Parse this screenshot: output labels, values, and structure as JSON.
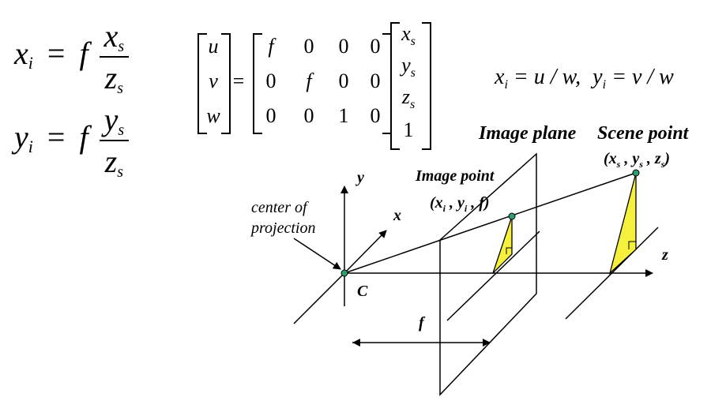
{
  "equations": {
    "xi": {
      "lhs": "x",
      "lhs_sub": "i",
      "eq": "=",
      "f": "f",
      "num": "x",
      "num_sub": "s",
      "den": "z",
      "den_sub": "s"
    },
    "yi": {
      "lhs": "y",
      "lhs_sub": "i",
      "eq": "=",
      "f": "f",
      "num": "y",
      "num_sub": "s",
      "den": "z",
      "den_sub": "s"
    }
  },
  "matrix_eq": {
    "lhs": [
      "u",
      "v",
      "w"
    ],
    "equals": "=",
    "M": [
      [
        "f",
        "0",
        "0",
        "0"
      ],
      [
        "0",
        "f",
        "0",
        "0"
      ],
      [
        "0",
        "0",
        "1",
        "0"
      ]
    ],
    "rhs": [
      {
        "v": "x",
        "s": "s"
      },
      {
        "v": "y",
        "s": "s"
      },
      {
        "v": "z",
        "s": "s"
      },
      {
        "v": "1",
        "s": ""
      }
    ]
  },
  "right_eq": {
    "a": "x",
    "a_sub": "i",
    "a_rest": " = u / w,",
    "b": "y",
    "b_sub": "i",
    "b_rest": " = v / w"
  },
  "diagram": {
    "image_plane_label": "Image plane",
    "scene_point_label": "Scene point",
    "scene_point_coords": "(x_s , y_s , z_s)",
    "image_point_label": "Image point",
    "image_point_coords": "(x_i , y_i , f)",
    "center_label_1": "center of",
    "center_label_2": "projection",
    "axis_x": "x",
    "axis_y": "y",
    "axis_z": "z",
    "origin": "C",
    "focal": "f",
    "point_color": "#2e9e6e",
    "triangle_color": "#f5f03c"
  }
}
